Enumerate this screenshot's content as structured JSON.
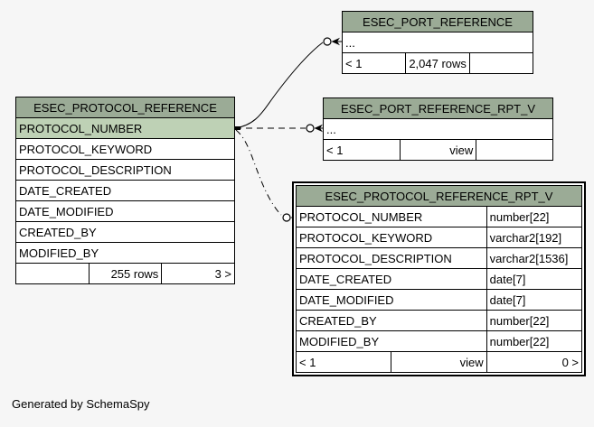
{
  "page": {
    "footer_note": "Generated by SchemaSpy"
  },
  "colors": {
    "page_bg": "#f6f6f6",
    "header_bg": "#9bab96",
    "pk_bg": "#bed1b5",
    "line": "#000000"
  },
  "tables": {
    "port_reference": {
      "title": "ESEC_PORT_REFERENCE",
      "ellipsis": "...",
      "footer": {
        "left": "< 1",
        "center": "2,047 rows",
        "right": ""
      }
    },
    "protocol_reference": {
      "title": "ESEC_PROTOCOL_REFERENCE",
      "columns": [
        "PROTOCOL_NUMBER",
        "PROTOCOL_KEYWORD",
        "PROTOCOL_DESCRIPTION",
        "DATE_CREATED",
        "DATE_MODIFIED",
        "CREATED_BY",
        "MODIFIED_BY"
      ],
      "footer": {
        "left": "",
        "center": "255 rows",
        "right": "3 >"
      }
    },
    "port_reference_rpt_v": {
      "title": "ESEC_PORT_REFERENCE_RPT_V",
      "ellipsis": "...",
      "footer": {
        "left": "< 1",
        "center": "view",
        "right": ""
      }
    },
    "protocol_reference_rpt_v": {
      "title": "ESEC_PROTOCOL_REFERENCE_RPT_V",
      "columns": [
        {
          "name": "PROTOCOL_NUMBER",
          "type": "number[22]"
        },
        {
          "name": "PROTOCOL_KEYWORD",
          "type": "varchar2[192]"
        },
        {
          "name": "PROTOCOL_DESCRIPTION",
          "type": "varchar2[1536]"
        },
        {
          "name": "DATE_CREATED",
          "type": "date[7]"
        },
        {
          "name": "DATE_MODIFIED",
          "type": "date[7]"
        },
        {
          "name": "CREATED_BY",
          "type": "number[22]"
        },
        {
          "name": "MODIFIED_BY",
          "type": "number[22]"
        }
      ],
      "footer": {
        "left": "< 1",
        "center": "view",
        "right": "0 >"
      }
    }
  }
}
